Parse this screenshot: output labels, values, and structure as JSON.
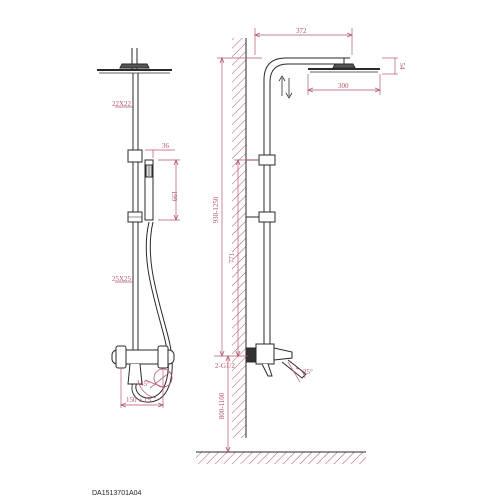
{
  "drawing": {
    "code": "DA1513701A04",
    "colors": {
      "line": "#2a2a2a",
      "dimension": "#b5566a",
      "hatch": "#b5566a",
      "background": "#ffffff"
    },
    "front_view": {
      "dims": {
        "square_tube": "22X22",
        "handheld_offset": "36",
        "handheld_length": "199",
        "hose_size": "25X25",
        "inlet_spacing": "150 ± 15",
        "lever_angle": "45°"
      }
    },
    "side_view": {
      "dims": {
        "arm_reach": "372",
        "head_width": "300",
        "head_thickness": "54",
        "total_height": "930-1250",
        "slide_height": "771",
        "inlet_thread": "2-G1/2",
        "floor_height": "800-1100",
        "spout_angle": "25°"
      }
    }
  }
}
